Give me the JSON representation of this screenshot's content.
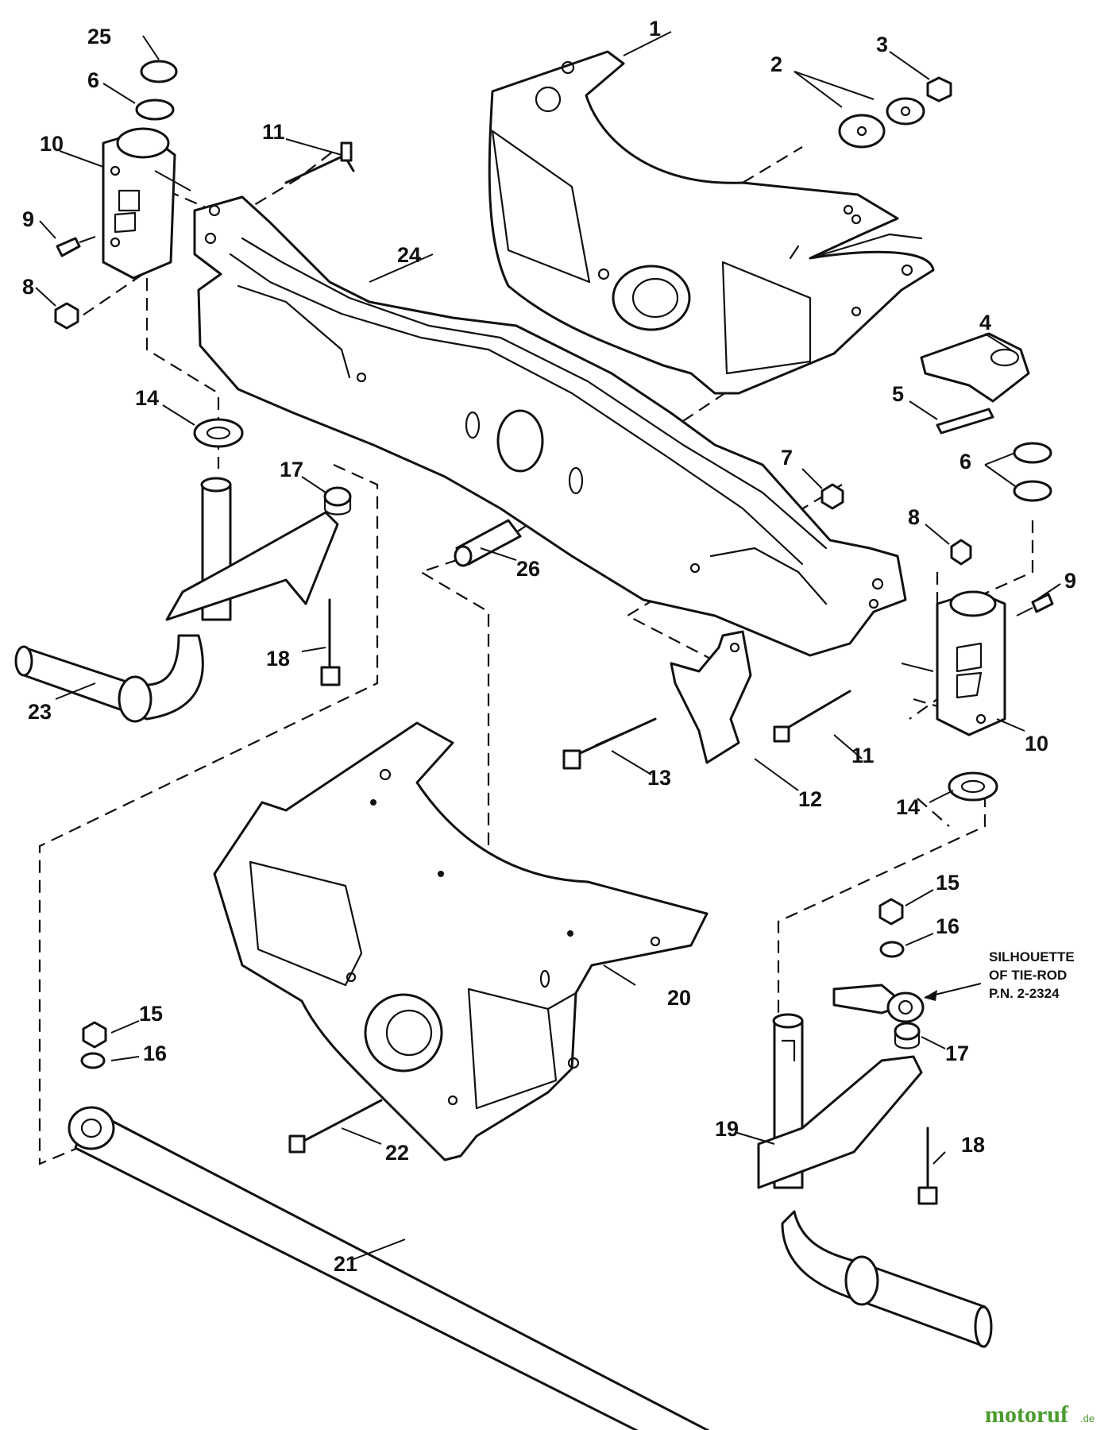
{
  "diagram": {
    "callouts": {
      "c1": "1",
      "c2": "2",
      "c3": "3",
      "c4": "4",
      "c5": "5",
      "c6a": "6",
      "c6b": "6",
      "c7": "7",
      "c8a": "8",
      "c8b": "8",
      "c9a": "9",
      "c9b": "9",
      "c10a": "10",
      "c10b": "10",
      "c11a": "11",
      "c11b": "11",
      "c12": "12",
      "c13": "13",
      "c14a": "14",
      "c14b": "14",
      "c15a": "15",
      "c15b": "15",
      "c16a": "16",
      "c16b": "16",
      "c17a": "17",
      "c17b": "17",
      "c18a": "18",
      "c18b": "18",
      "c19": "19",
      "c20": "20",
      "c21": "21",
      "c22": "22",
      "c23": "23",
      "c24": "24",
      "c25": "25",
      "c26": "26"
    },
    "note": {
      "line1": "SILHOUETTE",
      "line2": "OF TIE-ROD",
      "line3": "P.N. 2-2324"
    },
    "watermark": {
      "name": "motoruf",
      "suffix": ".de"
    }
  }
}
